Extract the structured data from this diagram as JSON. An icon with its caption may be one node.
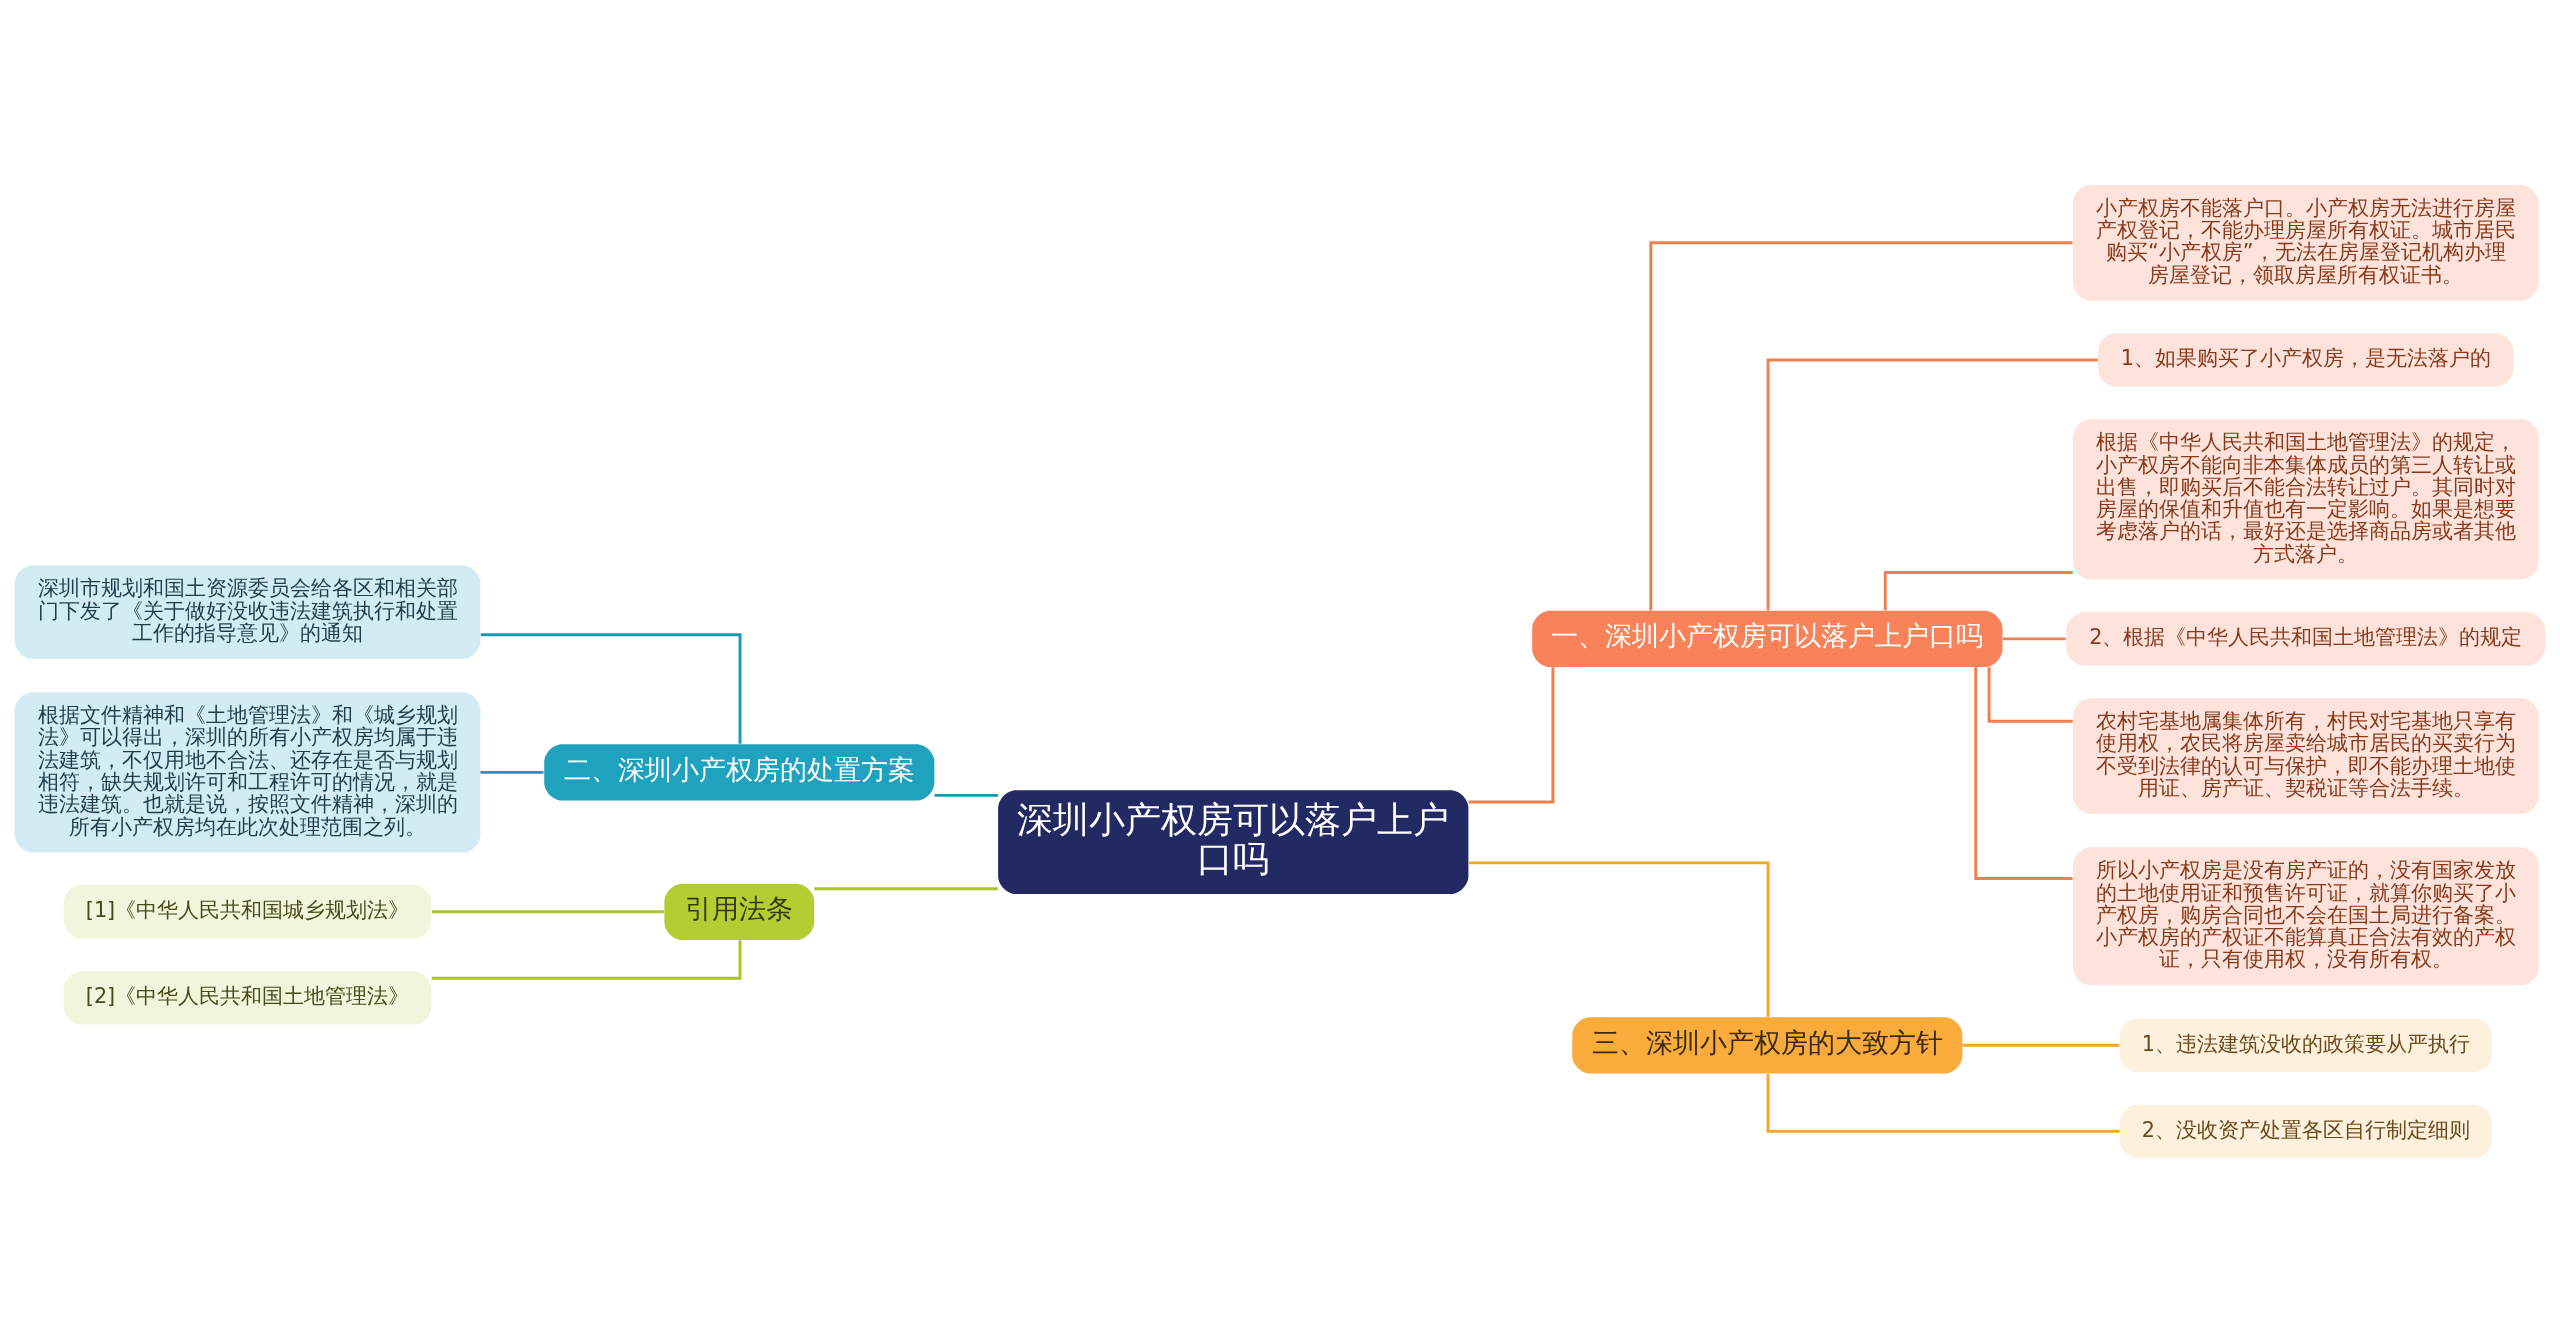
{
  "diagram": {
    "nodes": [
      {
        "text": [
          "深圳小产权房可以落户上户口吗"
        ]
      },
      {
        "text": [
          "一、深圳小产权房可以落户上户口吗"
        ]
      },
      {
        "text": [
          "小产权房不能落户口。小产权房无法进行房屋产权登记，不能办理房屋所有权证。城市居民购买“小产权房”，无法在房屋登记机构办理房屋登记，领取房屋所有权证书。"
        ]
      },
      {
        "text": [
          "1、如果购买了小产权房，是无法落户的"
        ]
      },
      {
        "text": [
          "根据《中华人民共和国土地管理法》的规定，小产权房不能向非本集体成员的第三人转让或出售，即购买后不能合法转让过户。其同时对房屋的保值和升值也有一定影响。如果是想要考虑落户的话，最好还是选择商品房或者其他方式落户。"
        ]
      },
      {
        "text": [
          "2、根据《中华人民共和国土地管理法》的规定"
        ]
      },
      {
        "text": [
          "农村宅基地属集体所有，村民对宅基地只享有使用权，农民将房屋卖给城市居民的买卖行为不受到法律的认可与保护，即不能办理土地使用证、房产证、契税证等合法手续。"
        ]
      },
      {
        "text": [
          "所以小产权房是没有房产证的，没有国家发放的土地使用证和预售许可证，就算你购买了小产权房，购房合同也不会在国土局进行备案。小产权房的产权证不能算真正合法有效的产权证，只有使用权，没有所有权。"
        ]
      },
      {
        "text": [
          "三、深圳小产权房的大致方针"
        ]
      },
      {
        "text": [
          "1、违法建筑没收的政策要从严执行"
        ]
      },
      {
        "text": [
          "2、没收资产处置各区自行制定细则"
        ]
      },
      {
        "text": [
          "二、深圳小产权房的处置方案"
        ]
      },
      {
        "text": [
          "深圳市规划和国土资源委员会给各区和相关部门下发了《关于做好没收违法建筑执行和处置工作的指导意见》的通知"
        ]
      },
      {
        "text": [
          "根据文件精神和《土地管理法》和《城乡规划法》可以得出，深圳的所有小产权房均属于违法建筑，不仅用地不合法、还存在是否与规划相符，缺失规划许可和工程许可的情况，就是违法建筑。也就是说，按照文件精神，深圳的所有小产权房均在此次处理范围之列。"
        ]
      },
      {
        "text": [
          "引用法条"
        ]
      },
      {
        "text": [
          "[1]《中华人民共和国城乡规划法》"
        ]
      },
      {
        "text": [
          "[2]《中华人民共和国土地管理法》"
        ]
      }
    ],
    "edges": [
      {
        "from": 0,
        "to": 1,
        "arrow": "none",
        "color": "#f08050"
      },
      {
        "from": 1,
        "to": 2,
        "arrow": "none",
        "color": "#f08050"
      },
      {
        "from": 1,
        "to": 3,
        "arrow": "none",
        "color": "#f08050"
      },
      {
        "from": 1,
        "to": 4,
        "arrow": "none",
        "color": "#f08050"
      },
      {
        "from": 1,
        "to": 5,
        "arrow": "none",
        "color": "#f08050"
      },
      {
        "from": 1,
        "to": 6,
        "arrow": "none",
        "color": "#f08050"
      },
      {
        "from": 1,
        "to": 7,
        "arrow": "none",
        "color": "#f08050"
      },
      {
        "from": 0,
        "to": 8,
        "arrow": "none",
        "color": "#f5a623"
      },
      {
        "from": 8,
        "to": 9,
        "arrow": "none",
        "color": "#f5a623"
      },
      {
        "from": 8,
        "to": 10,
        "arrow": "none",
        "color": "#f5a623"
      },
      {
        "from": 0,
        "to": 11,
        "arrow": "none",
        "color": "#1a9bb5"
      },
      {
        "from": 11,
        "to": 12,
        "arrow": "none",
        "color": "#1a9bb5"
      },
      {
        "from": 11,
        "to": 13,
        "arrow": "none",
        "color": "#1a9bb5"
      },
      {
        "from": 0,
        "to": 14,
        "arrow": "none",
        "color": "#a8c62a"
      },
      {
        "from": 14,
        "to": 15,
        "arrow": "none",
        "color": "#a8c62a"
      },
      {
        "from": 14,
        "to": 16,
        "arrow": "none",
        "color": "#a8c62a"
      }
    ]
  }
}
